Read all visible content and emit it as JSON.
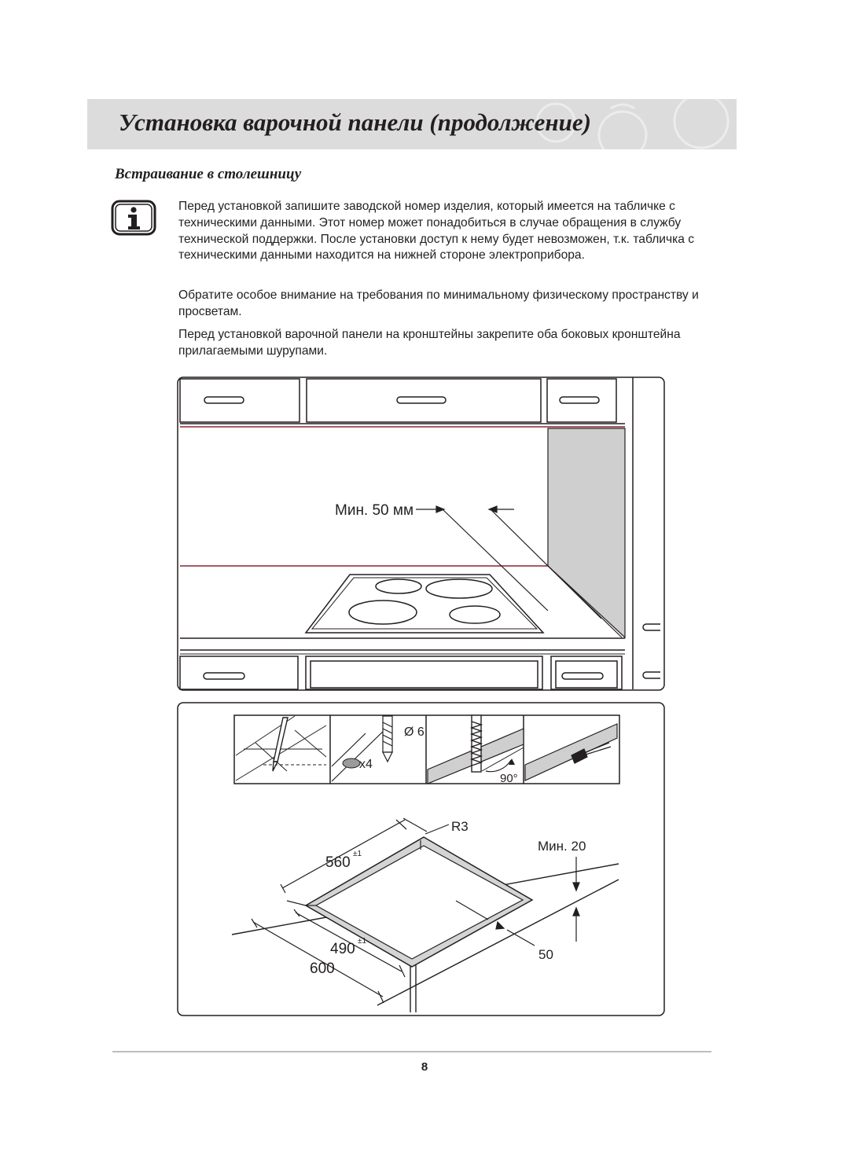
{
  "header": {
    "title": "Установка варочной панели (продолжение)"
  },
  "section": {
    "subtitle": "Встраивание в столешницу"
  },
  "paragraphs": [
    "Перед установкой запишите заводской номер изделия, который имеется на табличке с техническими данными. Этот номер может понадобиться в случае обращения в службу технической поддержки. После установки доступ к нему будет невозможен, т.к. табличка с техническими данными находится на нижней стороне электроприбора.",
    "Обратите особое внимание на требования по минимальному физическому пространству и просветам.",
    "Перед установкой варочной панели на кронштейны закрепите оба боковых кронштейна прилагаемыми шурупами."
  ],
  "figure_kitchen": {
    "clearance_label": "Мин. 50 мм"
  },
  "figure_cutout": {
    "drill_diameter": "Ø 6",
    "quantity": "x4",
    "angle": "90°",
    "radius": "R3",
    "min_thickness": "Мин. 20",
    "dim_560": "560",
    "tol_560": "±1",
    "dim_490": "490",
    "tol_490": "±1",
    "dim_600": "600",
    "dim_50": "50"
  },
  "footer": {
    "page_number": "8"
  },
  "colors": {
    "header_band": "#dcdcdc",
    "text": "#231f20",
    "accent_line": "#8b2332",
    "wall_shade": "#cfcfcf"
  },
  "icons": [
    "info-icon"
  ]
}
